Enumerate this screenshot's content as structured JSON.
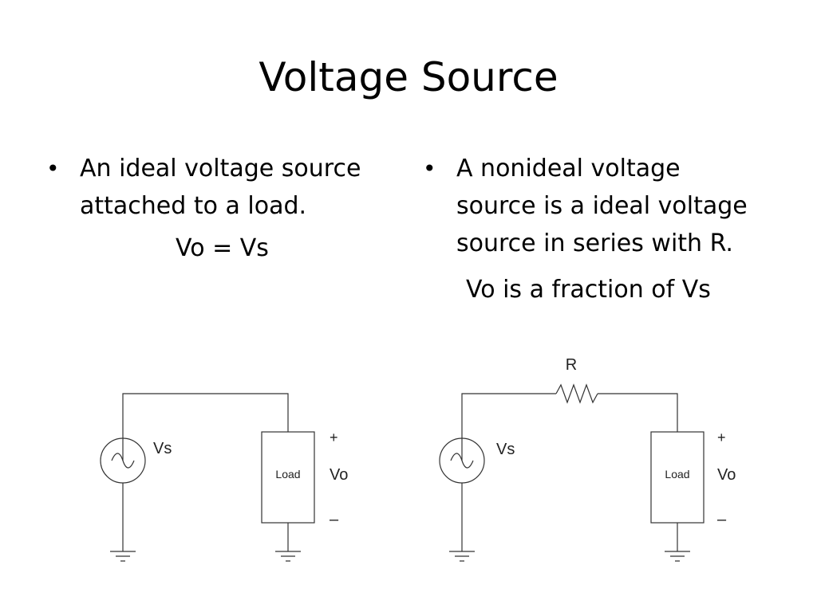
{
  "slide": {
    "title": "Voltage Source"
  },
  "left": {
    "bullet": "An ideal voltage source\nattached to a load.",
    "note": "Vo = Vs"
  },
  "right": {
    "bullet": "A nonideal voltage\nsource is a ideal voltage\nsource in series with R.",
    "note": "Vo is a fraction of Vs"
  },
  "circuit_left": {
    "source_label": "Vs",
    "load_label": "Load",
    "output_label": "Vo",
    "plus": "+",
    "minus": "–"
  },
  "circuit_right": {
    "resistor_label": "R",
    "source_label": "Vs",
    "load_label": "Load",
    "output_label": "Vo",
    "plus": "+",
    "minus": "–"
  }
}
